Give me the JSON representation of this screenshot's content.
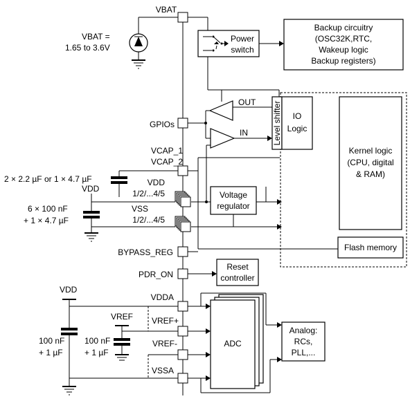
{
  "pins": {
    "vbat": "VBAT",
    "gpios": "GPIOs",
    "vcap1": "VCAP_1",
    "vcap2": "VCAP_2",
    "vdd": "VDD",
    "vdd_range": "1/2/...4/5",
    "vss": "VSS",
    "vss_range": "1/2/...4/5",
    "bypass_reg": "BYPASS_REG",
    "pdr_on": "PDR_ON",
    "vdda": "VDDA",
    "vref_plus": "VREF+",
    "vref_minus": "VREF-",
    "vssa": "VSSA"
  },
  "blocks": {
    "power_switch": [
      "Power",
      "switch"
    ],
    "backup": [
      "Backup circuitry",
      "(OSC32K,RTC,",
      "Wakeup logic",
      "Backup registers)"
    ],
    "level_shifter": "Level shifter",
    "io_logic": [
      "IO",
      "Logic"
    ],
    "kernel": [
      "Kernel logic",
      "(CPU, digital",
      "& RAM)"
    ],
    "voltage_regulator": [
      "Voltage",
      "regulator"
    ],
    "flash": "Flash memory",
    "reset": [
      "Reset",
      "controller"
    ],
    "adc": "ADC",
    "analog": [
      "Analog:",
      "RCs,",
      "PLL,..."
    ]
  },
  "signals": {
    "out": "OUT",
    "in": "IN"
  },
  "external": {
    "vbat_source": [
      "VBAT =",
      "1.65 to 3.6V"
    ],
    "cap_vcap": "2 × 2.2 µF  or  1 × 4.7 µF",
    "vdd_label": "VDD",
    "cap_vdd": [
      "6 × 100 nF",
      "+ 1 × 4.7 µF"
    ],
    "vdd_analog": "VDD",
    "vref": "VREF",
    "cap_vdda": [
      "100 nF",
      "+ 1 µF"
    ],
    "cap_vref": [
      "100 nF",
      "+ 1 µF"
    ]
  }
}
